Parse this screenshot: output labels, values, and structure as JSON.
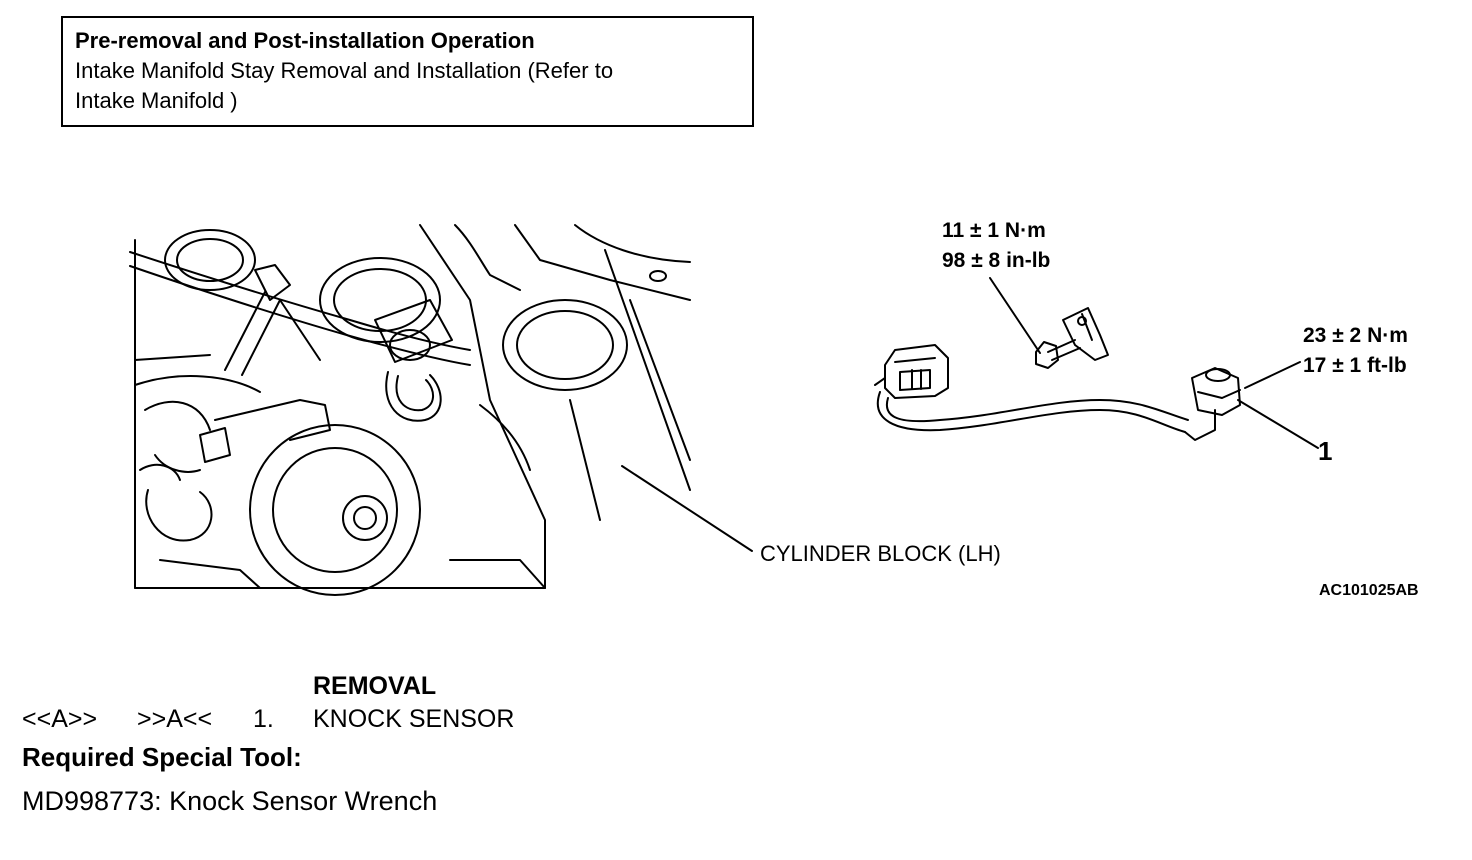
{
  "pre_op": {
    "title": "Pre-removal and Post-installation Operation",
    "line1": "Intake Manifold Stay Removal and Installation (Refer to",
    "line2": "Intake Manifold )"
  },
  "figure": {
    "torque_bolt": {
      "nm": "11 ± 1 N·m",
      "imperial": "98 ± 8 in-lb"
    },
    "torque_sensor": {
      "nm": "23 ± 2 N·m",
      "imperial": "17 ± 1 ft-lb"
    },
    "callout_number": "1",
    "cylinder_label": "CYLINDER BLOCK (LH)",
    "figure_code": "AC101025AB"
  },
  "removal": {
    "heading": "REMOVAL",
    "item": {
      "removal_ref": "<<A>>",
      "install_ref": ">>A<<",
      "number": "1.",
      "name": "KNOCK SENSOR"
    }
  },
  "special_tool": {
    "heading": "Required Special Tool:",
    "tool": "MD998773: Knock Sensor Wrench"
  }
}
